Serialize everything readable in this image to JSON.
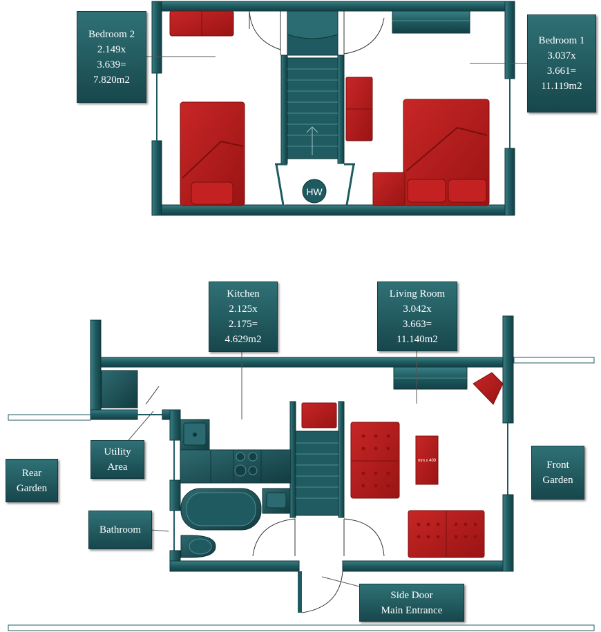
{
  "colors": {
    "wall": "#1e5a5f",
    "wall_dark": "#10393d",
    "furniture_red": "#b01a1a",
    "fixture_teal": "#1f5156",
    "label_bg": "#21595e"
  },
  "upper_floor": {
    "bedroom2": {
      "lines": [
        "Bedroom 2",
        "2.149x",
        "3.639=",
        "7.820m2"
      ]
    },
    "bedroom1": {
      "lines": [
        "Bedroom 1",
        "3.037x",
        "3.661=",
        "11.119m2"
      ]
    },
    "hot_water": "HW"
  },
  "ground_floor": {
    "kitchen": {
      "lines": [
        "Kitchen",
        "2.125x",
        "2.175=",
        "4.629m2"
      ]
    },
    "living_room": {
      "lines": [
        "Living Room",
        "3.042x",
        "3.663=",
        "11.140m2"
      ]
    },
    "utility": {
      "lines": [
        "Utility",
        "Area"
      ]
    },
    "rear_garden": {
      "lines": [
        "Rear",
        "Garden"
      ]
    },
    "bathroom": {
      "lines": [
        "Bathroom"
      ]
    },
    "front_garden": {
      "lines": [
        "Front",
        "Garden"
      ]
    },
    "side_door": {
      "lines": [
        "Side Door",
        "Main Entrance"
      ]
    },
    "table_text": "mm x 400"
  }
}
